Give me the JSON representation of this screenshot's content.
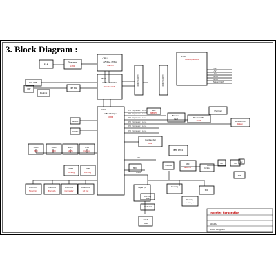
{
  "page": {
    "heading": "3. Block Diagram :"
  },
  "boxes": {
    "fan": {
      "label": "FAN"
    },
    "thermal": {
      "label": "Thermal",
      "sub": "G781"
    },
    "cpu": {
      "label": "CPU",
      "sub1": "uFCPGA 478pin",
      "sub2": "Merom"
    },
    "clk_gen": {
      "label": "CLK GEN"
    },
    "crt": {
      "label": "CRT"
    },
    "docking1": {
      "label": "Docking"
    },
    "crt_sw": {
      "label": "CRT SW"
    },
    "mch": {
      "label": "MCH",
      "sub1": "FCBGA 1299ball",
      "sub2": "Crestline GM"
    },
    "ddrii_a": {
      "label": "DDRII SO-DIMM"
    },
    "ddrii_b": {
      "label": "DDRII SO-DIMM"
    },
    "psu": {
      "label": "PSU",
      "sub": "ISL6262/ISL6228"
    },
    "ich": {
      "label": "ICH",
      "sub1": "mBGA 676pin",
      "sub2": "ICH8M"
    },
    "gbe": {
      "label": "GbE",
      "sub": "88E8055"
    },
    "expresscard": {
      "label": "Express",
      "sub": "Card"
    },
    "minicard1": {
      "label": "MiniCard B1",
      "sub": "WLAN"
    },
    "minicard2": {
      "label": "MiniCard B2",
      "sub": "Robson"
    },
    "usb_port": {
      "label": "USB Port"
    },
    "audio": {
      "label": "AZALIA"
    },
    "codec": {
      "label": "CODEC"
    },
    "sata1": {
      "label": "SATA",
      "sub": "HDD"
    },
    "sata2": {
      "label": "SATA",
      "sub": "ODD"
    },
    "sata3": {
      "label": "SATA",
      "sub": "eSATA"
    },
    "usb1": {
      "label": "USB",
      "sub": "Camera"
    },
    "sata4": {
      "label": "SATA",
      "sub": "Docking"
    },
    "usb2": {
      "label": "USB",
      "sub": "Docking"
    },
    "usbport_a": {
      "label": "USB Port",
      "sub": "Fingerprint"
    },
    "usbport_b": {
      "label": "USB Port",
      "sub": "BlueTooth"
    },
    "usbport_c": {
      "label": "USB Port",
      "sub": "Card reader"
    },
    "usbport_d": {
      "label": "USB Port",
      "sub": "Ext Port"
    },
    "cardreader": {
      "label": "Cardreader",
      "sub": "5C847"
    },
    "ieee1394": {
      "label": "IEEE 1394"
    },
    "kbc": {
      "label": "KBC",
      "sub": "NPCE795"
    },
    "mdc": {
      "label": "MDC"
    },
    "touchpad": {
      "label": "TouchPad"
    },
    "keyboard": {
      "label": "Keyboard"
    },
    "docking_serial": {
      "label": "Docking",
      "sub": "Serial"
    },
    "docking_port": {
      "label": "Docking"
    },
    "bios": {
      "label": "Flash",
      "sub": "ROM"
    },
    "lpc_docking": {
      "label": "Docking"
    },
    "ec_ext": {
      "label": "Super I/O"
    },
    "dpp": {
      "label": "Docking",
      "sub": "Parallel port"
    },
    "kb": {
      "label": "KB"
    },
    "tpm": {
      "label": "TPM"
    },
    "mic": {
      "label": "MIC"
    },
    "spk": {
      "label": "SPK"
    },
    "ldt": {
      "label": "LPC"
    },
    "ldt2": {
      "label": "SMBus"
    },
    "sio": {
      "label": "SIO"
    }
  },
  "psu_outputs": [
    "1.05V",
    "1.5V",
    "1.8V",
    "3VPCU",
    "5VPCU",
    "3VSUS/5VSUS"
  ],
  "title_block": {
    "company": "Inventec Corporation",
    "doc": "Block Diagram",
    "model": "6050A"
  }
}
